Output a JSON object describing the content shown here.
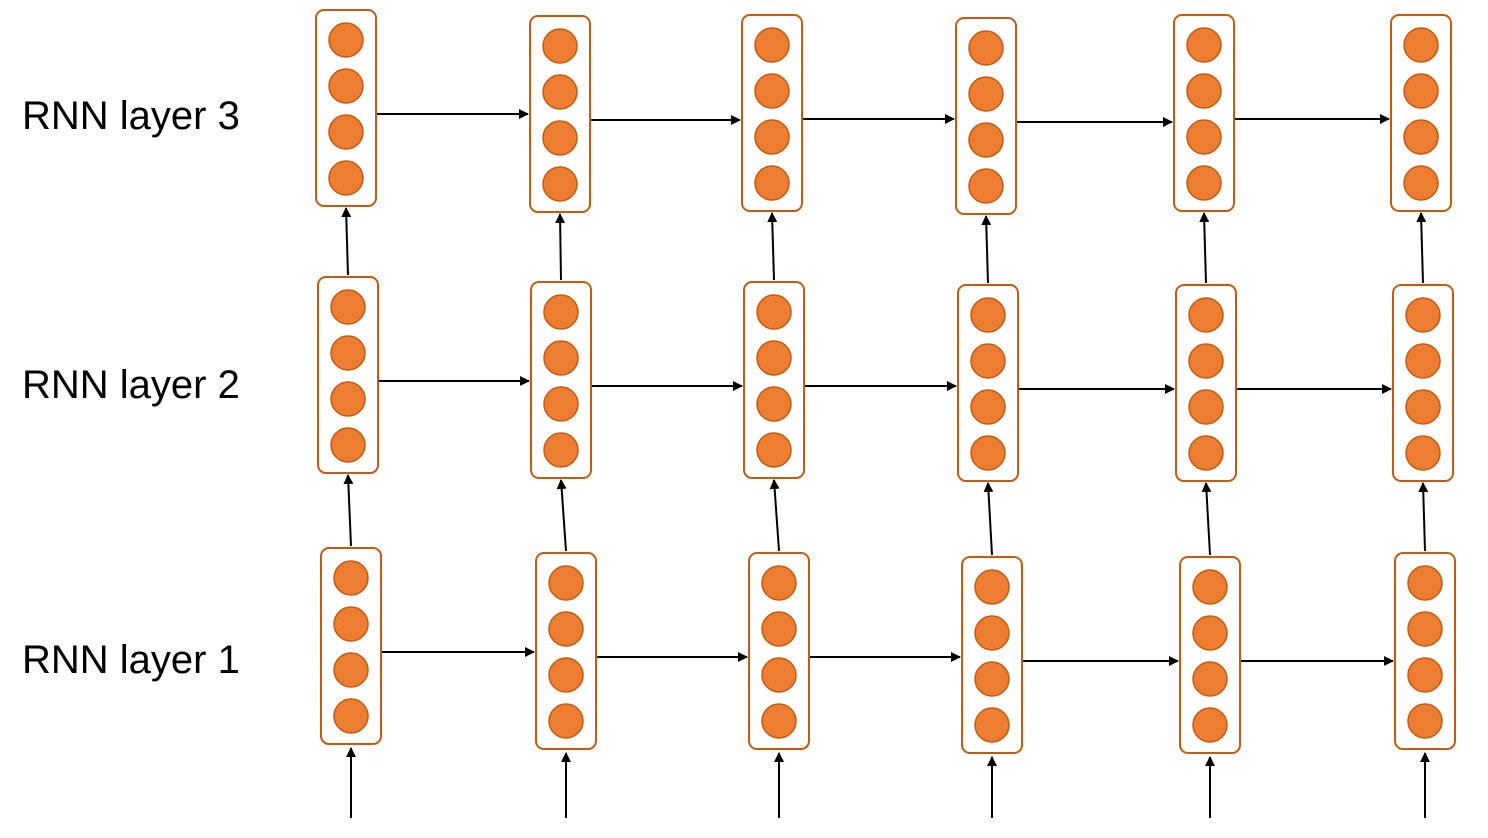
{
  "layers": [
    {
      "label": "RNN layer 3"
    },
    {
      "label": "RNN layer 2"
    },
    {
      "label": "RNN layer 1"
    }
  ],
  "units_per_cell": 4,
  "time_steps": 6,
  "colors": {
    "node_fill": "#ED7D31",
    "node_stroke": "#C55A11",
    "cell_border": "#C55A11",
    "arrow": "#000000"
  }
}
